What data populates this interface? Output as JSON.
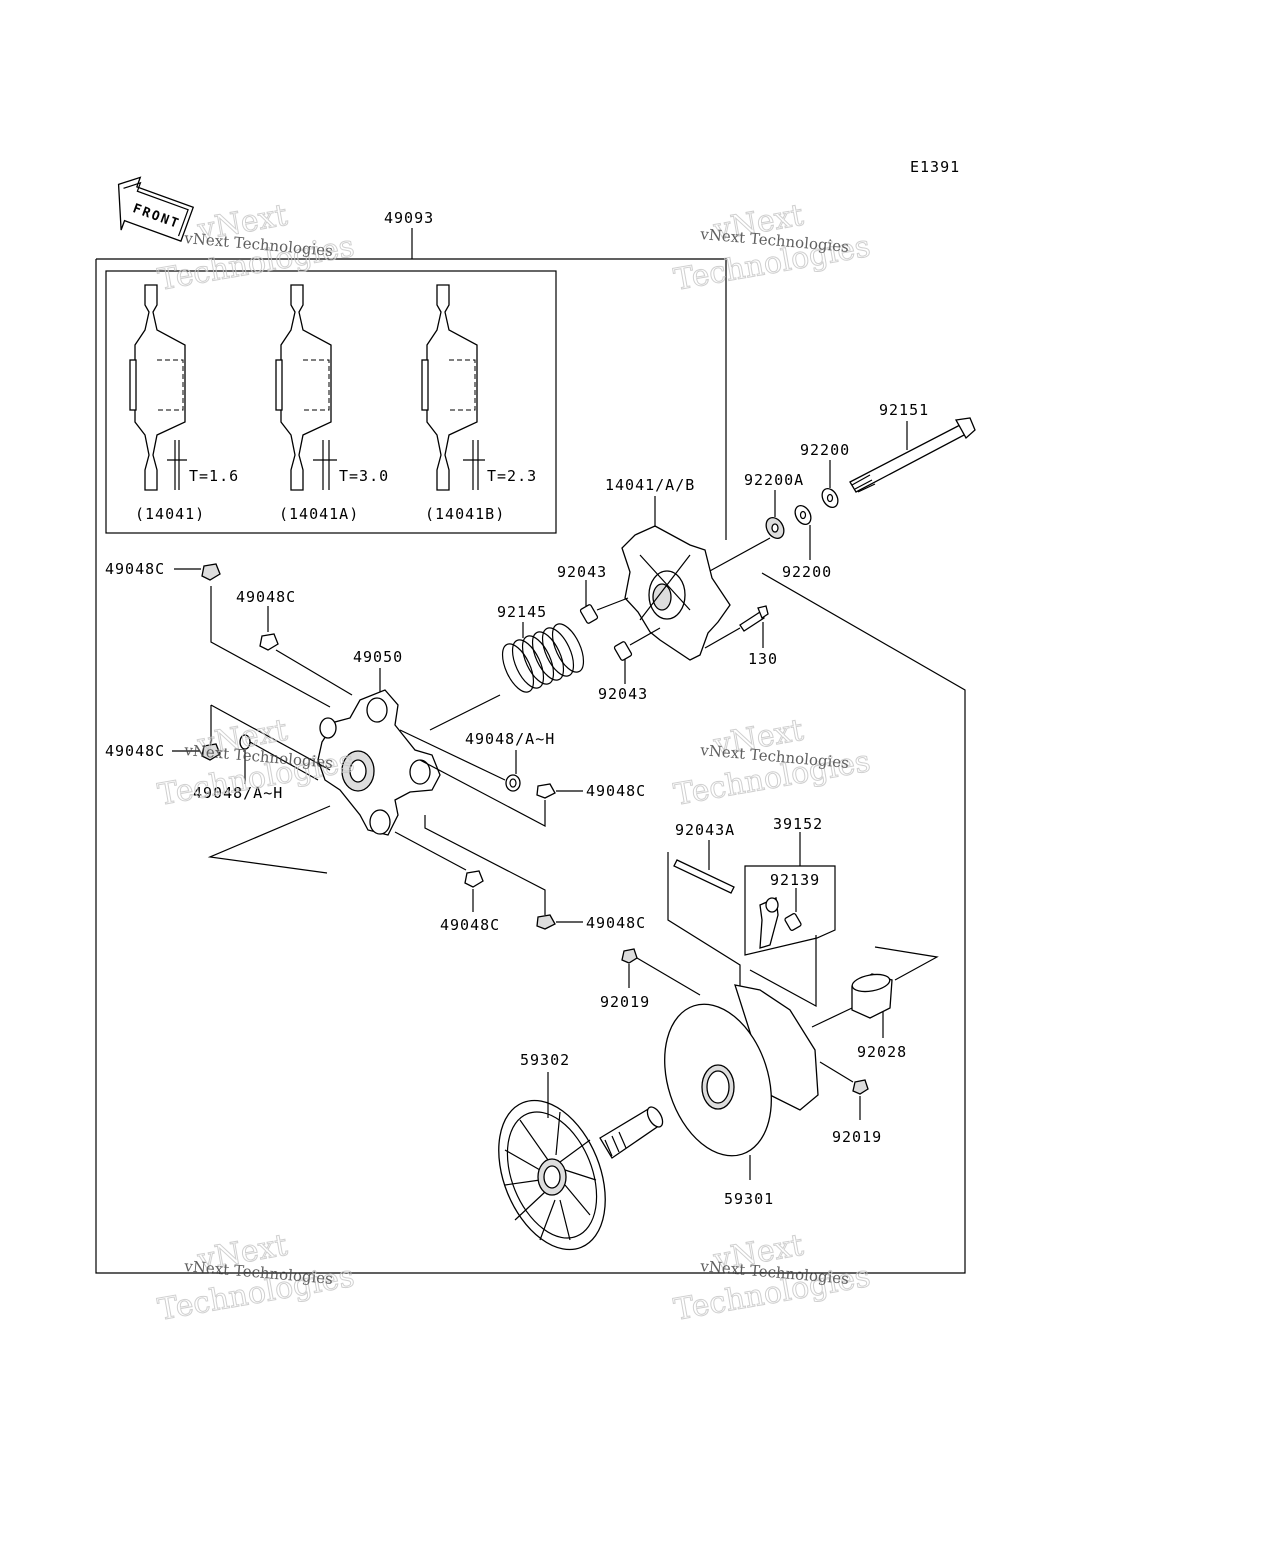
{
  "diagram_code": "E1391",
  "front_label": "FRONT",
  "watermark": {
    "line1": "vNext Technologies",
    "line2": "vNext",
    "line3": "Technologies"
  },
  "inset": {
    "items": [
      {
        "label": "(14041)",
        "thickness": "T=1.6"
      },
      {
        "label": "(14041A)",
        "thickness": "T=3.0"
      },
      {
        "label": "(14041B)",
        "thickness": "T=2.3"
      }
    ]
  },
  "callouts": {
    "assembly": "49093",
    "bolt": "92151",
    "washer_top": "92200",
    "washer_a": "92200A",
    "washer_bottom": "92200",
    "spider_plate": "14041/A/B",
    "pin_upper": "92043",
    "pin_lower": "92043",
    "spring": "92145",
    "screw": "130",
    "nut_top_left": "49048C",
    "nut_upper": "49048C",
    "spider": "49050",
    "nut_left": "49048C",
    "roller_left": "49048/A~H",
    "roller_right": "49048/A~H",
    "nut_mid_right": "49048C",
    "nut_bottom_left": "49048C",
    "nut_bottom_right": "49048C",
    "pin_a": "92043A",
    "weight_kit": "39152",
    "weight_pin": "92139",
    "nut_sheave_left": "92019",
    "bushing": "92028",
    "nut_sheave_right": "92019",
    "fixed_sheave": "59302",
    "movable_sheave": "59301"
  }
}
